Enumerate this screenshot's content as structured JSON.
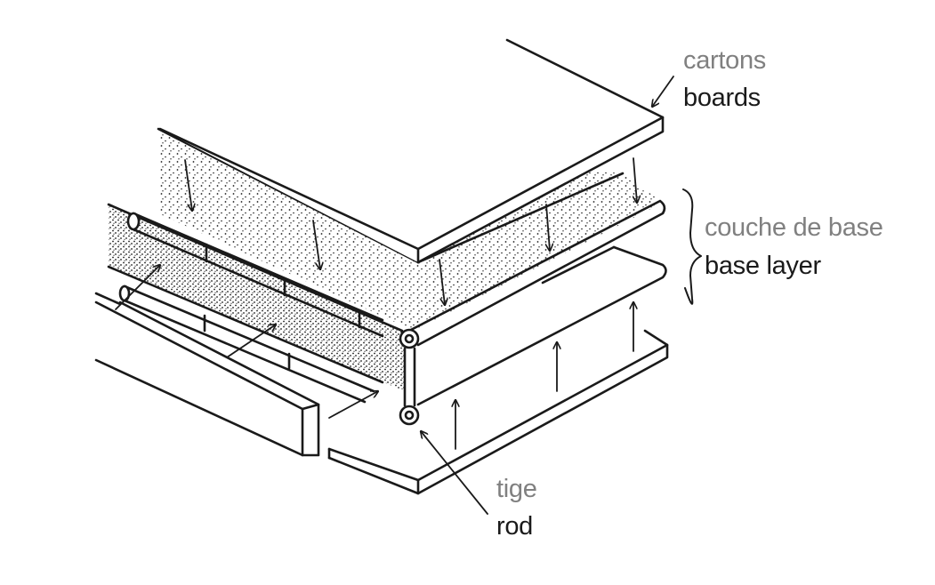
{
  "labels": {
    "boards_fr": "cartons",
    "boards_en": "boards",
    "base_fr": "couche de base",
    "base_en": "base layer",
    "rod_fr": "tige",
    "rod_en": "rod"
  },
  "colors": {
    "ink": "#1a1a1a",
    "french_label": "#808080",
    "english_label": "#1a1a1a",
    "paper": "#ffffff"
  }
}
